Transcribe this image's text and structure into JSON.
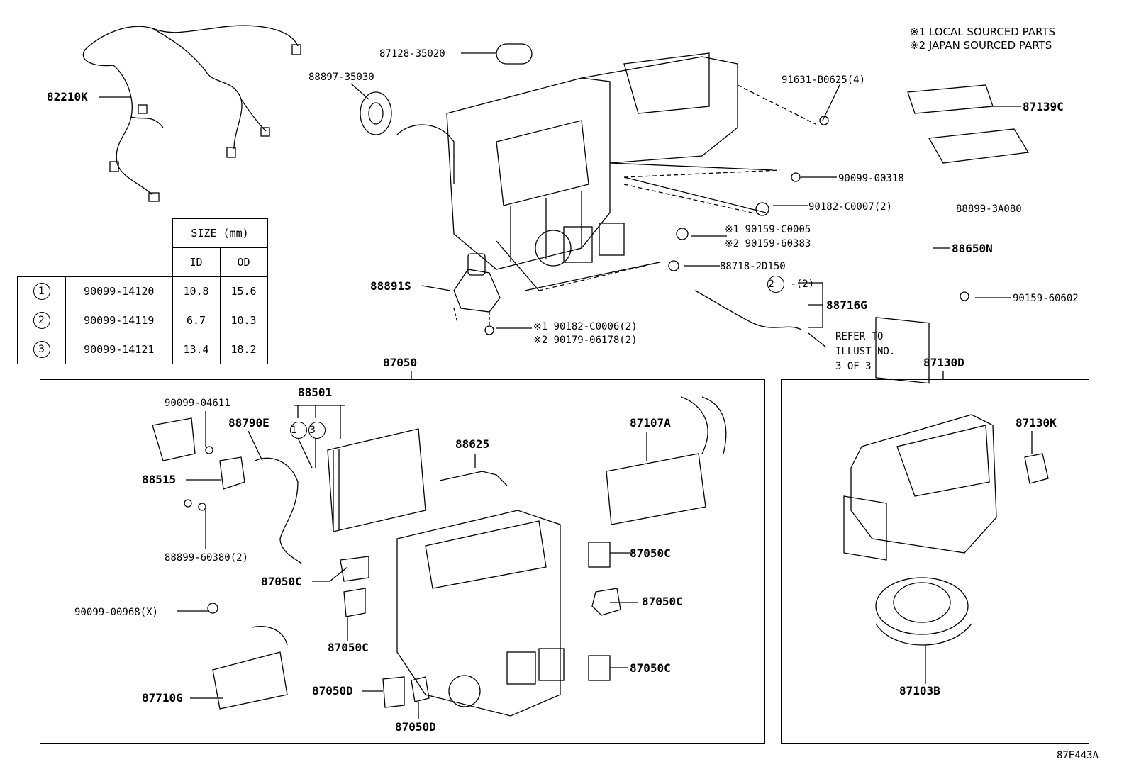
{
  "legend": {
    "line1": "※1 LOCAL SOURCED PARTS",
    "line2": "※2 JAPAN SOURCED PARTS"
  },
  "size_table": {
    "header": "SIZE (mm)",
    "col_id": "ID",
    "col_od": "OD",
    "rows": [
      {
        "mark": "1",
        "part": "90099-14120",
        "id": "10.8",
        "od": "15.6"
      },
      {
        "mark": "2",
        "part": "90099-14119",
        "id": "6.7",
        "od": "10.3"
      },
      {
        "mark": "3",
        "part": "90099-14121",
        "id": "13.4",
        "od": "18.2"
      }
    ]
  },
  "labels": {
    "p82210K": "82210K",
    "p87128": "87128-35020",
    "p88897": "88897-35030",
    "p91631": "91631-B0625(4)",
    "p87139C": "87139C",
    "p90099_318": "90099-00318",
    "p88899_3A080": "88899-3A080",
    "p90182_C0007": "90182-C0007(2)",
    "p90159_C0005": "※1 90159-C0005",
    "p90159_60383": "※2 90159-60383",
    "p88650N": "88650N",
    "p88718": "88718-2D150",
    "p88891S": "88891S",
    "p88716G": "88716G",
    "p2_mark": "2",
    "p2_qty": "-(2)",
    "p90159_60602": "90159-60602",
    "p90182_C0006": "※1 90182-C0006(2)",
    "p90179_06178": "※2 90179-06178(2)",
    "refer1": "REFER TO",
    "refer2": "ILLUST NO.",
    "refer3": "3 OF 3",
    "p87050": "87050",
    "p87130D": "87130D",
    "p90099_04611": "90099-04611",
    "p88501": "88501",
    "p88790E": "88790E",
    "m1": "1",
    "m3": "3",
    "p88625": "88625",
    "p87107A": "87107A",
    "p88515": "88515",
    "p88899_60380": "88899-60380(2)",
    "p87050C_a": "87050C",
    "p87050C_b": "87050C",
    "p87050C_c": "87050C",
    "p87050C_d": "87050C",
    "p87050C_e": "87050C",
    "p90099_968": "90099-00968(X)",
    "p87050D_a": "87050D",
    "p87050D_b": "87050D",
    "p87710G": "87710G",
    "p87130K": "87130K",
    "p87103B": "87103B",
    "code": "87E443A"
  }
}
